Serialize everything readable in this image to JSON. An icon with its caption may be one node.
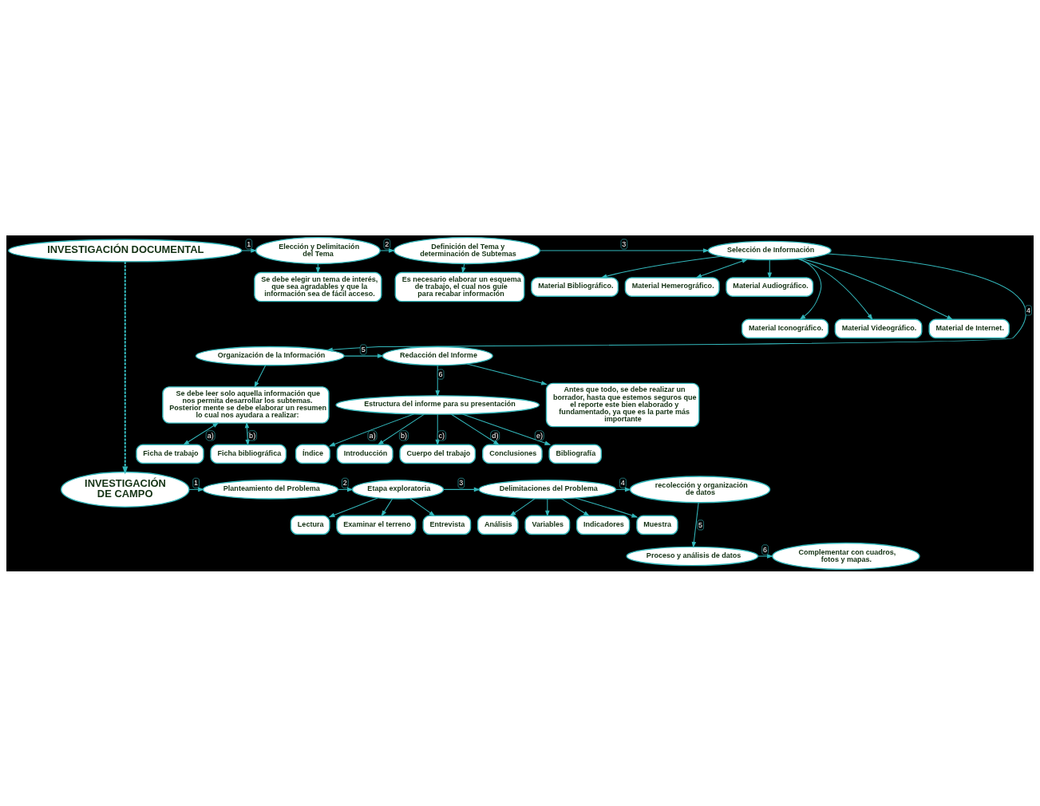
{
  "diagram": {
    "nodes": [
      {
        "text": [
          "INVESTIGACIÓN DOCUMENTAL"
        ]
      },
      {
        "text": [
          "Elección y Delimitación del Tema"
        ]
      },
      {
        "text": [
          "Definición del Tema y determinación de Subtemas"
        ]
      },
      {
        "text": [
          "Selección de Información"
        ]
      },
      {
        "text": [
          "Material Bibliográfico."
        ]
      },
      {
        "text": [
          "Material Hemerográfico."
        ]
      },
      {
        "text": [
          "Material Audiográfico."
        ]
      },
      {
        "text": [
          "Material Iconográfico."
        ]
      },
      {
        "text": [
          "Material Videográfico."
        ]
      },
      {
        "text": [
          "Material de Internet."
        ]
      },
      {
        "text": [
          "Se debe elegir un tema de interés, que sea agradables y que la información sea de fácil acceso."
        ]
      },
      {
        "text": [
          "Es necesario elaborar un esquema de trabajo, el cual nos guíe para recabar información"
        ]
      },
      {
        "text": [
          "Organización de la Información"
        ]
      },
      {
        "text": [
          "Redacción del Informe"
        ]
      },
      {
        "text": [
          "Estructura del informe para su presentación"
        ]
      },
      {
        "text": [
          "Índice"
        ]
      },
      {
        "text": [
          "Introducción"
        ]
      },
      {
        "text": [
          "Cuerpo del trabajo"
        ]
      },
      {
        "text": [
          "Conclusiones"
        ]
      },
      {
        "text": [
          "Bibliografía"
        ]
      },
      {
        "text": [
          "Antes que todo, se debe realizar un borrador, hasta que estemos seguros que el reporte este bien elaborado y fundamentado, ya que es la parte más importante"
        ]
      },
      {
        "text": [
          "Se debe leer solo aquella información que nos permita desarrollar los subtemas. Posterior mente se debe elaborar un resumen lo cual nos ayudara a realizar:"
        ]
      },
      {
        "text": [
          "Ficha de trabajo"
        ]
      },
      {
        "text": [
          "Ficha bibliográfica"
        ]
      },
      {
        "text": [
          "INVESTIGACIÓN DE CAMPO"
        ]
      },
      {
        "text": [
          "Planteamiento del Problema"
        ]
      },
      {
        "text": [
          "Etapa exploratoria"
        ]
      },
      {
        "text": [
          "Lectura"
        ]
      },
      {
        "text": [
          "Examinar el terreno"
        ]
      },
      {
        "text": [
          "Entrevista"
        ]
      },
      {
        "text": [
          "Delimitaciones del Problema"
        ]
      },
      {
        "text": [
          "Análisis"
        ]
      },
      {
        "text": [
          "Variables"
        ]
      },
      {
        "text": [
          "Indicadores"
        ]
      },
      {
        "text": [
          "Muestra"
        ]
      },
      {
        "text": [
          "recolección y organización de datos"
        ]
      },
      {
        "text": [
          "Proceso y análisis de datos"
        ]
      },
      {
        "text": [
          "Complementar con cuadros, fotos y mapas."
        ]
      }
    ],
    "edges": [
      {
        "from": 0,
        "to": 1,
        "arrow": "to",
        "label": "1"
      },
      {
        "from": 1,
        "to": 2,
        "arrow": "to",
        "label": "2"
      },
      {
        "from": 2,
        "to": 3,
        "arrow": "to",
        "label": "3"
      },
      {
        "from": 3,
        "to": 4,
        "arrow": "to"
      },
      {
        "from": 3,
        "to": 5,
        "arrow": "both"
      },
      {
        "from": 3,
        "to": 6,
        "arrow": "to"
      },
      {
        "from": 3,
        "to": 7,
        "arrow": "to"
      },
      {
        "from": 3,
        "to": 8,
        "arrow": "to"
      },
      {
        "from": 3,
        "to": 9,
        "arrow": "to"
      },
      {
        "from": 1,
        "to": 10,
        "arrow": "to"
      },
      {
        "from": 2,
        "to": 11,
        "arrow": "to"
      },
      {
        "from": 3,
        "to": 12,
        "arrow": "to",
        "label": "4"
      },
      {
        "from": 12,
        "to": 13,
        "arrow": "to",
        "label": "5"
      },
      {
        "from": 13,
        "to": 14,
        "arrow": "to",
        "label": "6"
      },
      {
        "from": 14,
        "to": 15,
        "arrow": "to",
        "label": "a)"
      },
      {
        "from": 14,
        "to": 16,
        "arrow": "to",
        "label": "b)"
      },
      {
        "from": 14,
        "to": 17,
        "arrow": "to",
        "label": "c)"
      },
      {
        "from": 14,
        "to": 18,
        "arrow": "to",
        "label": "d)"
      },
      {
        "from": 14,
        "to": 19,
        "arrow": "to",
        "label": "e)"
      },
      {
        "from": 13,
        "to": 20,
        "arrow": "to"
      },
      {
        "from": 12,
        "to": 21,
        "arrow": "to"
      },
      {
        "from": 21,
        "to": 22,
        "arrow": "both",
        "label": "a)"
      },
      {
        "from": 21,
        "to": 23,
        "arrow": "both",
        "label": "b)"
      },
      {
        "from": 0,
        "to": 24,
        "arrow": "to",
        "style": "dashed"
      },
      {
        "from": 24,
        "to": 25,
        "arrow": "to",
        "label": "1"
      },
      {
        "from": 25,
        "to": 26,
        "arrow": "to",
        "label": "2"
      },
      {
        "from": 26,
        "to": 30,
        "arrow": "to",
        "label": "3"
      },
      {
        "from": 26,
        "to": 27,
        "arrow": "to"
      },
      {
        "from": 26,
        "to": 28,
        "arrow": "to"
      },
      {
        "from": 26,
        "to": 29,
        "arrow": "to"
      },
      {
        "from": 30,
        "to": 31,
        "arrow": "to"
      },
      {
        "from": 30,
        "to": 32,
        "arrow": "to"
      },
      {
        "from": 30,
        "to": 33,
        "arrow": "to"
      },
      {
        "from": 30,
        "to": 34,
        "arrow": "to"
      },
      {
        "from": 30,
        "to": 35,
        "arrow": "to",
        "label": "4"
      },
      {
        "from": 35,
        "to": 36,
        "arrow": "to",
        "label": "5"
      },
      {
        "from": 36,
        "to": 37,
        "arrow": "to",
        "label": "6"
      }
    ]
  }
}
